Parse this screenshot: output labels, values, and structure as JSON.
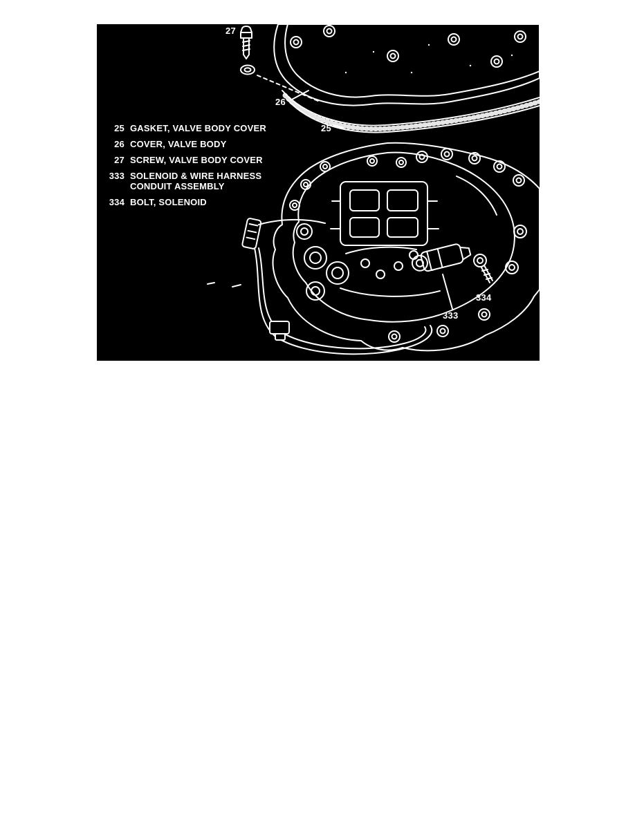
{
  "page": {
    "background": "#ffffff"
  },
  "diagram": {
    "title": "Valve body, cover and solenoid exploded parts view",
    "background": "#000000",
    "line_color": "#ffffff",
    "legend": [
      {
        "num": "25",
        "label": "GASKET, VALVE BODY COVER"
      },
      {
        "num": "26",
        "label": "COVER, VALVE BODY"
      },
      {
        "num": "27",
        "label": "SCREW, VALVE BODY COVER"
      },
      {
        "num": "333",
        "label": "SOLENOID & WIRE HARNESS CONDUIT ASSEMBLY"
      },
      {
        "num": "334",
        "label": "BOLT, SOLENOID"
      }
    ],
    "callouts": {
      "c27": "27",
      "c26": "26",
      "c25": "25",
      "c334": "334",
      "c333": "333"
    }
  }
}
